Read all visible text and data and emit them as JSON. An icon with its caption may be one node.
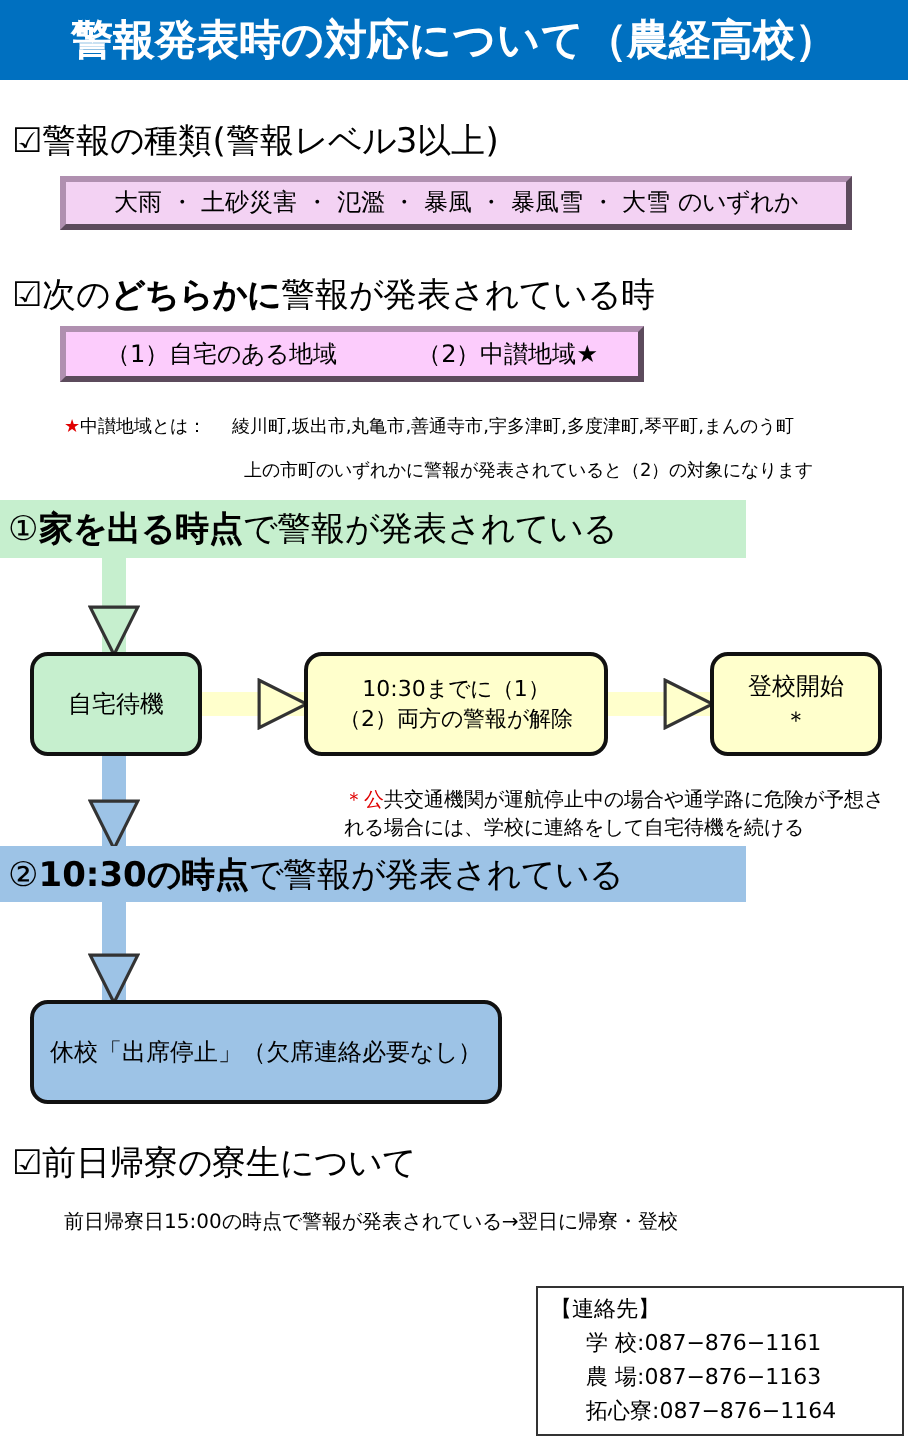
{
  "diagram": {
    "title": "警報発表時の対応について（農経高校）",
    "nodes": [
      {
        "text": [
          "大雨 ・ 土砂災害 ・ 氾濫 ・ 暴風 ・ 暴風雪 ・ 大雪 のいずれか"
        ]
      },
      {
        "text": [
          "（1）自宅のある地域",
          "（2）中讃地域★"
        ]
      },
      {
        "text": [
          "①**家を出る時点**で警報が発表されている"
        ]
      },
      {
        "text": [
          "自宅待機"
        ]
      },
      {
        "text": [
          "10:30までに（1）（2）両方の警報が解除"
        ]
      },
      {
        "text": [
          "登校開始＊"
        ]
      },
      {
        "text": [
          "②**10:30の時点**で警報が発表されている"
        ]
      },
      {
        "text": [
          "休校「出席停止」（欠席連絡必要なし）"
        ]
      },
      {
        "text": [
          "【連絡先】",
          "学 校:087−876−1161",
          "農 場:087−876−1163",
          "拓心寮:087−876−1164"
        ]
      }
    ],
    "edges": [
      {
        "from": 2,
        "to": 3,
        "arrow": "to"
      },
      {
        "from": 3,
        "to": 4,
        "arrow": "to"
      },
      {
        "from": 4,
        "to": 5,
        "arrow": "to"
      },
      {
        "from": 3,
        "to": 6,
        "arrow": "to",
        "color": "#9dc3e6"
      },
      {
        "from": 6,
        "to": 7,
        "arrow": "to",
        "color": "#9dc3e6"
      }
    ],
    "labels": [
      "☑警報の種類(警報レベル3以上)",
      "☑次の**どちらかに**警報が発表されている時",
      "★中讃地域とは：",
      "綾川町,坂出市,丸亀市,善通寺市,宇多津町,多度津町,琴平町,まんのう町",
      "上の市町のいずれかに警報が発表されていると（2）の対象になります",
      "＊公共交通機関が運航停止中の場合や通学路に危険が予想される場合には、学校に連絡をして自宅待機を続ける",
      "☑前日帰寮の寮生について",
      "前日帰寮日15:00の時点で警報が発表されている→翌日に帰寮・登校"
    ]
  }
}
